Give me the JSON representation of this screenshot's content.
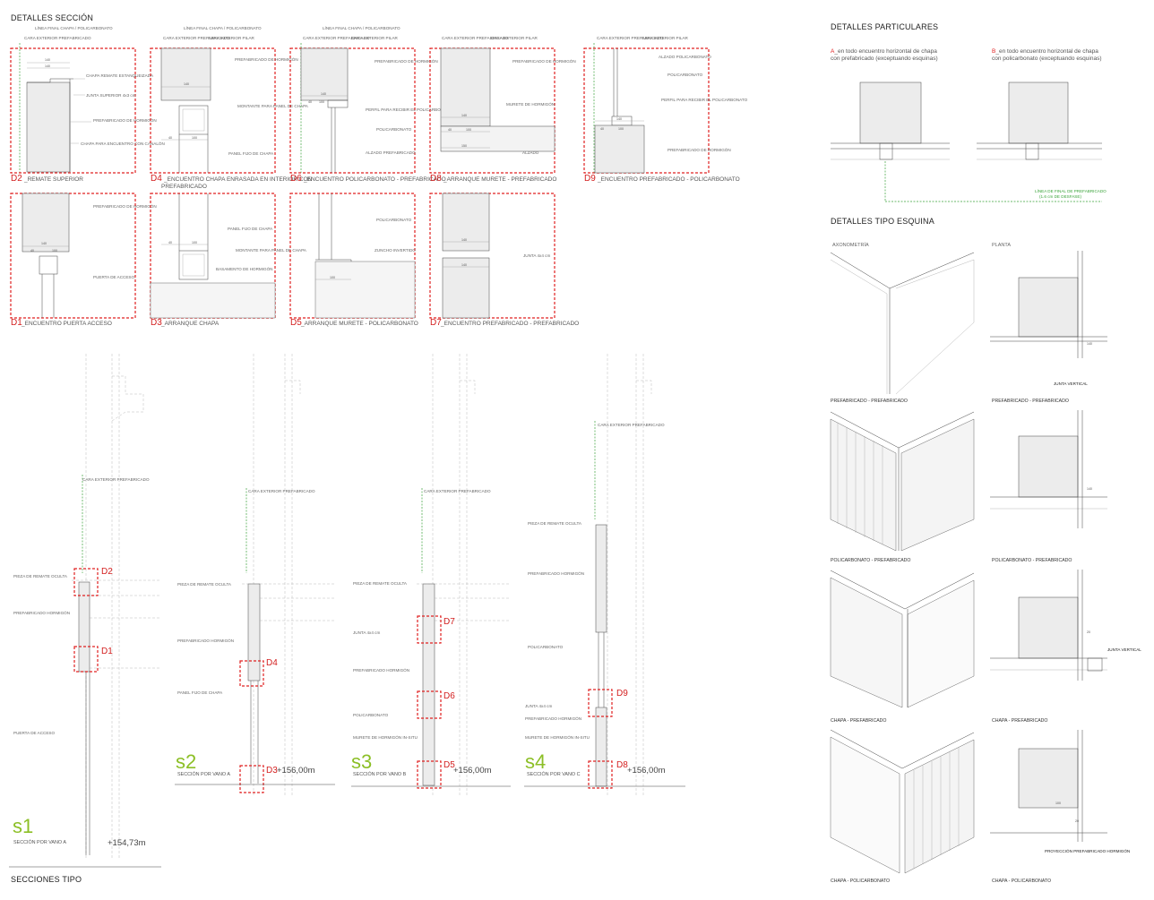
{
  "sheet": {
    "title_detalles_seccion": "DETALLES SECCIÓN",
    "title_secciones_tipo": "SECCIONES TIPO",
    "title_detalles_particulares": "DETALLES PARTICULARES",
    "title_detalles_esquina": "DETALLES TIPO ESQUINA"
  },
  "details": [
    {
      "code": "D2",
      "caption": "_REMATE SUPERIOR",
      "labels": [
        "CHAPA REMATE ESTANQUEIZADA",
        "JUNTA SUPERIOR 4x3 cm",
        "PREFABRICADO DE HORMIGÓN",
        "CHAPA PARA ENCUENTRO CON CANALÓN"
      ],
      "tops": [
        "CARA EXTERIOR PREFABRICADO"
      ],
      "dims": [
        "140",
        "140"
      ]
    },
    {
      "code": "D4",
      "caption": "_ENCUENTRO CHAPA ENRASADA EN INTERIOR CON",
      "caption2": "PREFABRICADO",
      "labels": [
        "PREFABRICADO DE HORMIGÓN",
        "MONTANTE PARA PANEL DE CHAPA",
        "PANEL FIJO DE CHAPA"
      ],
      "tops": [
        "CARA EXTERIOR PREFABRICADO",
        "CARA EXTERIOR PILAR"
      ],
      "dims": [
        "140",
        "40",
        "100"
      ]
    },
    {
      "code": "D6",
      "caption": "_ENCUENTRO POLICARBONATO - PREFABRICADO",
      "labels": [
        "PREFABRICADO DE HORMIGÓN",
        "PERFIL PARA RECIBIR EL POLICARBONATO",
        "POLICARBONATO",
        "ALZADO PREFABRICADO"
      ],
      "tops": [
        "CARA EXTERIOR PREFABRICADO",
        "CARA EXTERIOR PILAR"
      ],
      "dims": [
        "140",
        "40",
        "100"
      ]
    },
    {
      "code": "D8",
      "caption": "_ARRANQUE MURETE - PREFABRICADO",
      "labels": [
        "PREFABRICADO DE HORMIGÓN",
        "MURETE DE HORMIGÓN",
        "ALZADO"
      ],
      "tops": [
        "CARA EXTERIOR PREFABRICADO",
        "CARA EXTERIOR PILAR"
      ],
      "dims": [
        "140",
        "40",
        "100",
        "150"
      ]
    },
    {
      "code": "D9",
      "caption": "_ENCUENTRO PREFABRICADO - POLICARBONATO",
      "labels": [
        "ALZADO POLICARBONATO",
        "POLICARBONATO",
        "PERFIL PARA RECIBIR EL POLICARBONATO",
        "PREFABRICADO DE HORMIGÓN"
      ],
      "tops": [
        "CARA EXTERIOR PREFABRICADO",
        "CARA EXTERIOR PILAR"
      ],
      "dims": [
        "140",
        "40",
        "100"
      ]
    },
    {
      "code": "D1",
      "caption": "_ENCUENTRO PUERTA ACCESO",
      "labels": [
        "PREFABRICADO DE HORMIGÓN",
        "PUERTA DE ACCESO"
      ],
      "tops": [],
      "dims": [
        "140",
        "40",
        "100"
      ]
    },
    {
      "code": "D3",
      "caption": "_ARRANQUE CHAPA",
      "labels": [
        "PANEL FIJO DE CHAPA",
        "MONTANTE PARA PANEL DE CHAPA",
        "BASAMENTO DE HORMIGÓN"
      ],
      "tops": [],
      "dims": [
        "140",
        "40",
        "100"
      ]
    },
    {
      "code": "D5",
      "caption": "_ARRANQUE MURETE - POLICARBONATO",
      "labels": [
        "POLICARBONATO",
        "ZUNCHO INVERTIDO"
      ],
      "tops": [],
      "dims": [
        "100"
      ]
    },
    {
      "code": "D7",
      "caption": "_ENCUENTRO PREFABRICADO - PREFABRICADO",
      "labels": [
        "JUNTA 4x4 cm"
      ],
      "tops": [],
      "dims": [
        "140",
        "140"
      ]
    }
  ],
  "top_note": "LÍNEA FINAL CHAPA / POLICARBONATO",
  "sections": [
    {
      "num": "s1",
      "sub": "SECCIÓN POR VANO A",
      "level": "+154,73m",
      "labels": [
        "PIEZA DE REMATE OCULTA",
        "PREFABRICADO HORMIGÓN",
        "PUERTA DE ACCESO"
      ],
      "tags": [
        "D2",
        "D1"
      ],
      "top": "CARA EXTERIOR PREFABRICADO"
    },
    {
      "num": "s2",
      "sub": "SECCIÓN POR VANO A",
      "level": "+156,00m",
      "labels": [
        "PIEZA DE REMATE OCULTA",
        "PREFABRICADO HORMIGÓN",
        "PANEL FIJO DE CHAPA"
      ],
      "tags": [
        "D4",
        "D3"
      ],
      "top": "CARA EXTERIOR PREFABRICADO"
    },
    {
      "num": "s3",
      "sub": "SECCIÓN POR VANO B",
      "level": "+156,00m",
      "labels": [
        "PIEZA DE REMATE OCULTA",
        "JUNTA 4x4 cm",
        "PREFABRICADO HORMIGÓN",
        "POLICARBONATO",
        "MURETE DE HORMIGÓN IN-SITU"
      ],
      "tags": [
        "D7",
        "D6",
        "D5"
      ],
      "top": "CARA EXTERIOR PREFABRICADO"
    },
    {
      "num": "s4",
      "sub": "SECCIÓN POR VANO C",
      "level": "+156,00m",
      "labels": [
        "PIEZA DE REMATE OCULTA",
        "PREFABRICADO HORMIGÓN",
        "POLICARBONATO",
        "JUNTA 4x4 cm",
        "PREFABRICADO HORMIGÓN",
        "MURETE DE HORMIGÓN IN-SITU"
      ],
      "tags": [
        "D9",
        "D8"
      ],
      "top": "CARA EXTERIOR PREFABRICADO"
    }
  ],
  "particulares": {
    "a_letter": "A",
    "a_text1": "_en todo encuentro horizontal de chapa",
    "a_text2": "con prefabricado (exceptuando esquinas)",
    "b_letter": "B",
    "b_text1": "_en todo encuentro horizontal de chapa",
    "b_text2": "con policarbonato (exceptuando esquinas)",
    "green_note1": "LÍNEA DE FINAL DE PREFABRICADO",
    "green_note2": "(1.6 cm DE DESFASE)"
  },
  "esquina": {
    "col_axo": "AXONOMETRÍA",
    "col_planta": "PLANTA",
    "rows": [
      {
        "left": "PREFABRICADO - PREFABRICADO",
        "right": "PREFABRICADO - PREFABRICADO",
        "note": "JUNTA VERTICAL"
      },
      {
        "left": "POLICARBONATO - PREFABRICADO",
        "right": "POLICARBONATO - PREFABRICADO",
        "note": ""
      },
      {
        "left": "CHAPA - PREFABRICADO",
        "right": "CHAPA - PREFABRICADO",
        "note": "JUNTA VERTICAL"
      },
      {
        "left": "CHAPA - POLICARBONATO",
        "right": "CHAPA - POLICARBONATO",
        "note": ""
      }
    ],
    "last_note": "PROYECCIÓN PREFABRICADO HORMIGÓN",
    "dims": [
      "140",
      "140",
      "20",
      "100",
      "20"
    ]
  },
  "colors": {
    "red": "#e02020",
    "green": "#8cbf26",
    "line": "#444444"
  }
}
